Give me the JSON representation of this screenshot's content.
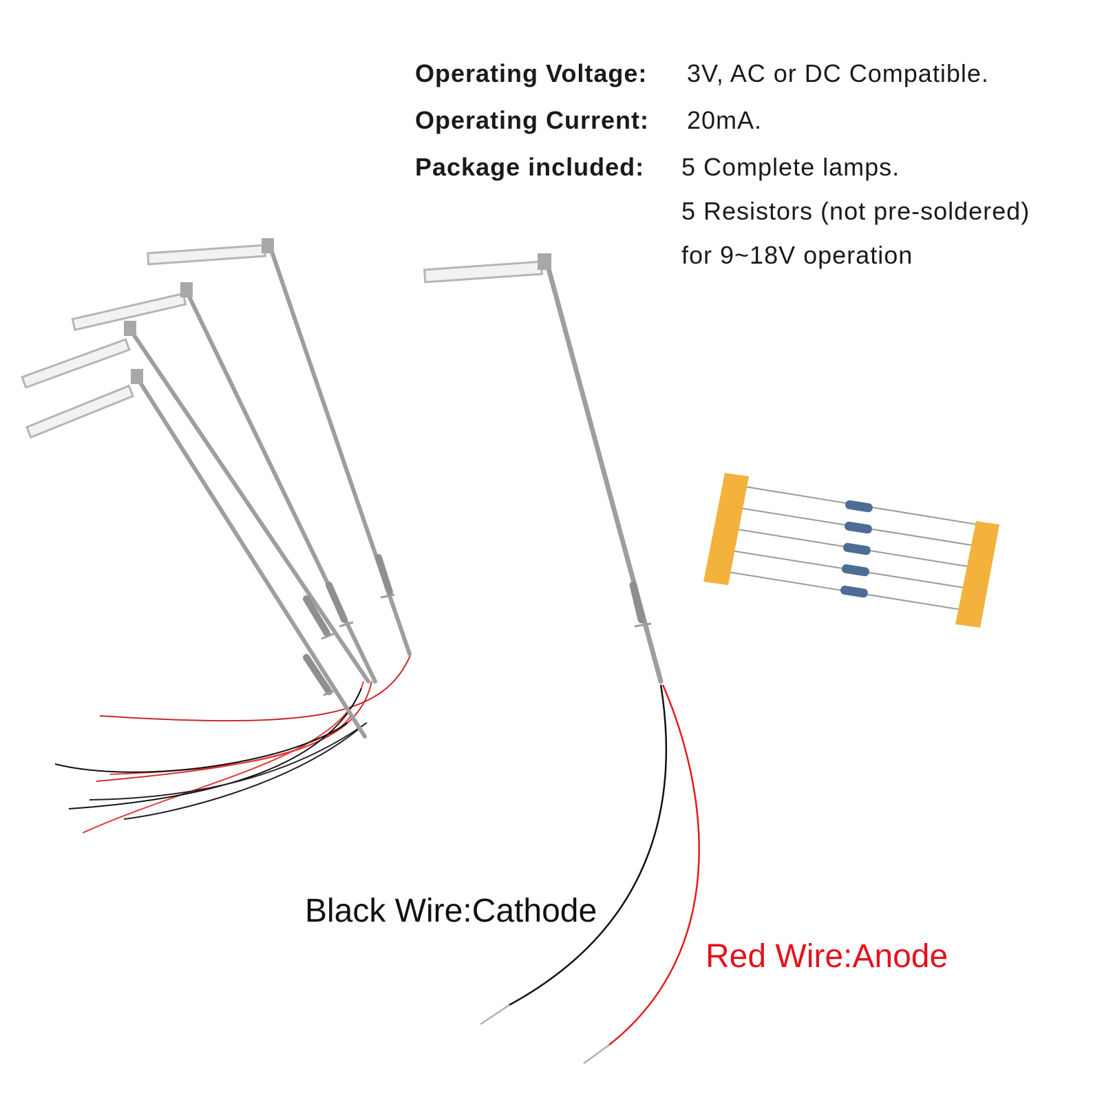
{
  "specs": {
    "voltage_label": "Operating Voltage:",
    "voltage_value": "3V, AC or DC Compatible.",
    "current_label": "Operating Current:",
    "current_value": "20mA.",
    "package_label": "Package included:",
    "package_line1": "5 Complete lamps.",
    "package_line2": "5 Resistors (not pre-soldered)",
    "package_line3": "for 9~18V operation"
  },
  "labels": {
    "black_wire": "Black Wire:Cathode",
    "red_wire": "Red Wire:Anode"
  },
  "colors": {
    "lamp_gray": "#9e9e9e",
    "head_white": "#f2f2f2",
    "wire_black": "#111111",
    "wire_red": "#e31b1b",
    "tape_orange": "#f2b23c",
    "resistor_blue": "#5b7fa8",
    "label_red": "#e3121b",
    "label_black": "#111111"
  }
}
